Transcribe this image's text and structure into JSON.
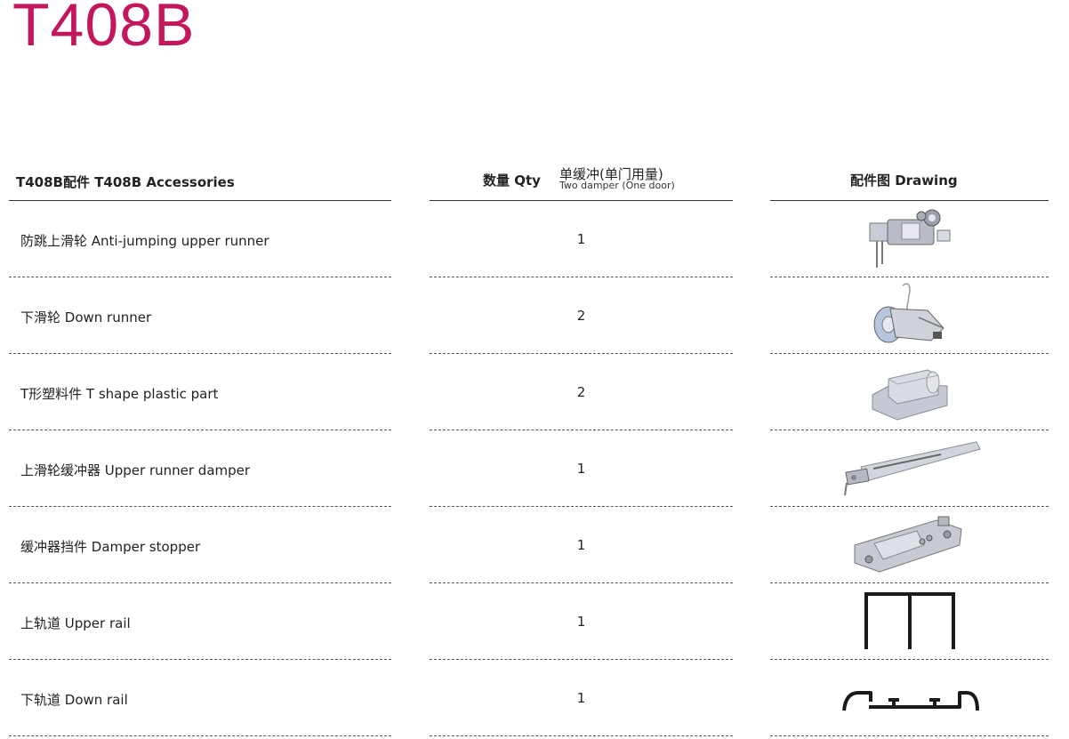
{
  "title": "T408B",
  "headers": {
    "accessories": "T408B配件  T408B Accessories",
    "qty": "数量 Qty",
    "single_damper": "单缓冲(单门用量)",
    "two_damper": "Two damper (One door)",
    "drawing": "配件图  Drawing"
  },
  "rows": [
    {
      "name": "防跳上滑轮 Anti-jumping upper runner",
      "qty": "1",
      "icon": "upper-runner-icon"
    },
    {
      "name": "下滑轮 Down runner",
      "qty": "2",
      "icon": "down-runner-icon"
    },
    {
      "name": "T形塑料件 T shape plastic part",
      "qty": "2",
      "icon": "plastic-part-icon"
    },
    {
      "name": "上滑轮缓冲器 Upper runner damper",
      "qty": "1",
      "icon": "damper-icon"
    },
    {
      "name": "缓冲器挡件 Damper stopper",
      "qty": "1",
      "icon": "stopper-icon"
    },
    {
      "name": "上轨道 Upper rail",
      "qty": "1",
      "icon": "upper-rail-icon"
    },
    {
      "name": "下轨道 Down rail",
      "qty": "1",
      "icon": "down-rail-icon"
    }
  ],
  "colors": {
    "title": "#c2185b",
    "line": "#333333"
  }
}
